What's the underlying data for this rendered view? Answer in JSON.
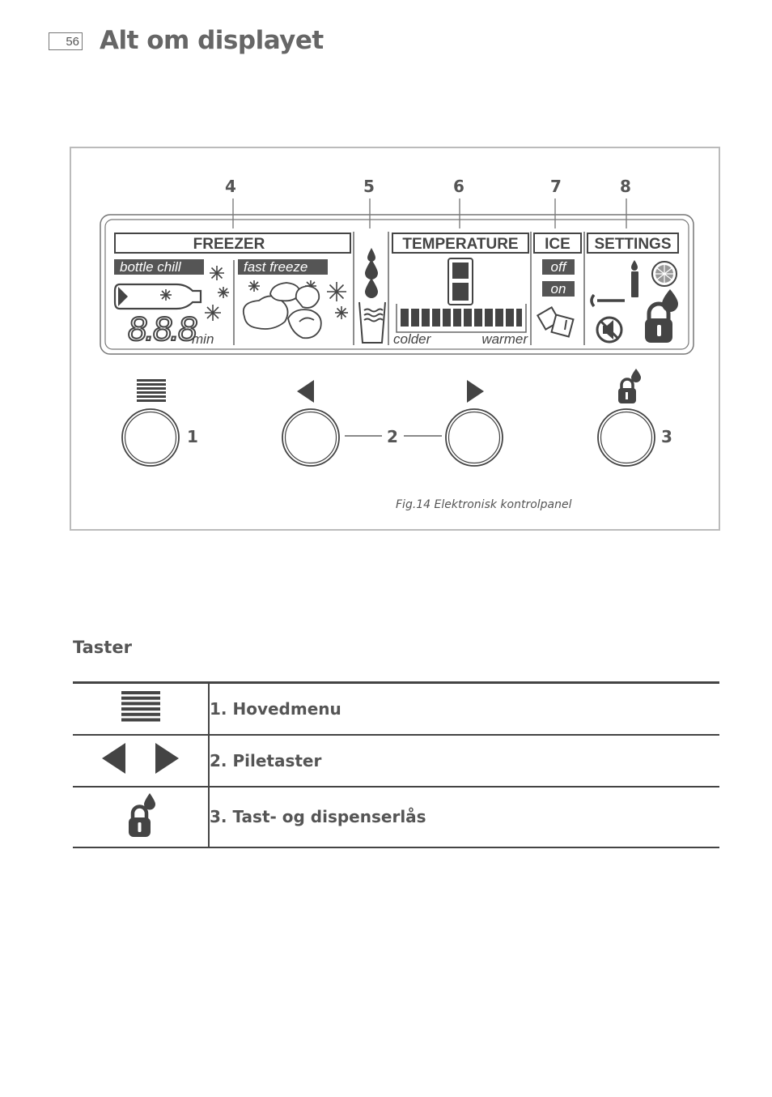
{
  "page": {
    "number": "56",
    "title": "Alt om displayet"
  },
  "figure": {
    "callouts": [
      "4",
      "5",
      "6",
      "7",
      "8"
    ],
    "display": {
      "freezer_label": "FREEZER",
      "bottle_chill": "bottle chill",
      "fast_freeze": "fast freeze",
      "digits": "8.8.8",
      "min": "min",
      "temperature_label": "TEMPERATURE",
      "colder": "colder",
      "warmer": "warmer",
      "ice_label": "ICE",
      "ice_off": "off",
      "ice_on": "on",
      "settings_label": "SETTINGS"
    },
    "button_numbers": [
      "1",
      "2",
      "3"
    ],
    "caption": "Fig.14 Elektronisk kontrolpanel"
  },
  "keys_section": {
    "title": "Taster",
    "rows": [
      {
        "icon": "menu-lines-icon",
        "label": "1. Hovedmenu"
      },
      {
        "icon": "arrow-left-right-icon",
        "label": "2. Piletaster"
      },
      {
        "icon": "lock-drop-icon",
        "label": "3. Tast- og dispenserlås"
      }
    ]
  }
}
